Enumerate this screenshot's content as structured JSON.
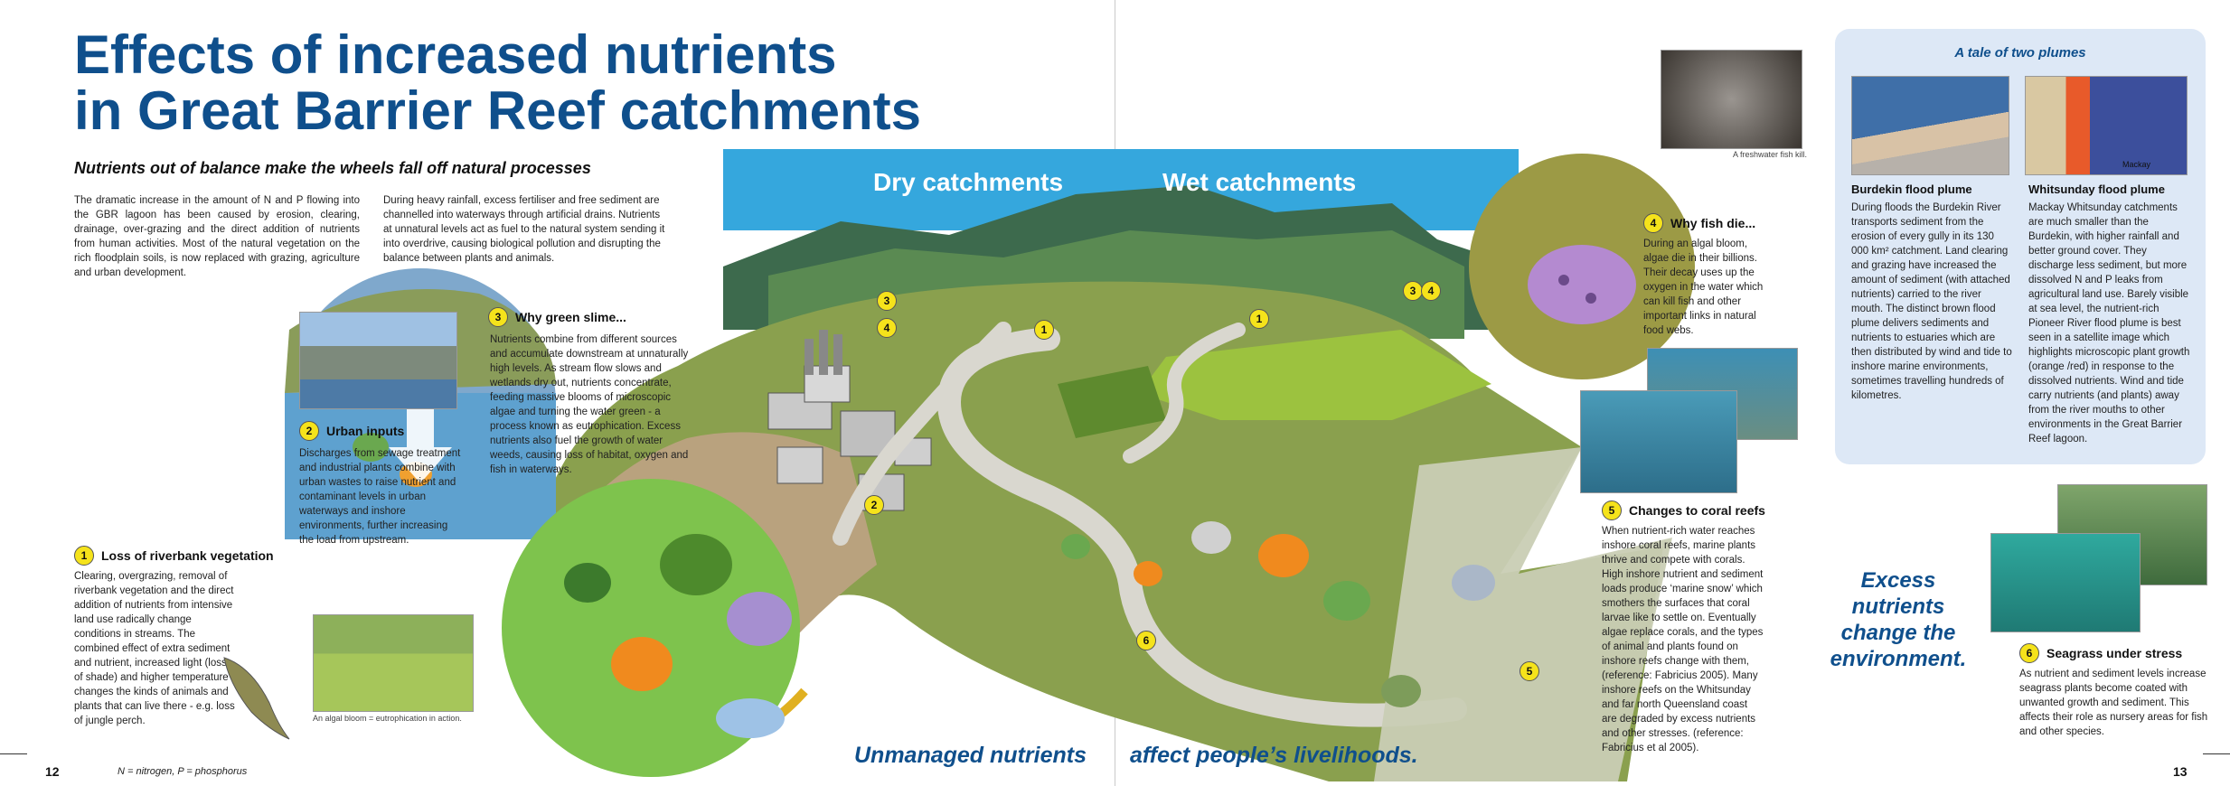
{
  "title_line1": "Effects of increased nutrients",
  "title_line2": "in Great Barrier Reef catchments",
  "subtitle": "Nutrients out of balance make the wheels fall off natural processes",
  "intro_left": "The dramatic increase in the amount of N and P flowing into the GBR lagoon has been caused by erosion, clearing, drainage, over-grazing and the direct addition of nutrients from human activities. Most of the natural vegetation on the rich floodplain soils, is now replaced with grazing, agriculture and urban development.",
  "intro_right": "During heavy rainfall, excess fertiliser and free sediment are channelled into waterways through artificial drains. Nutrients at unnatural levels act as fuel to the natural system sending it into overdrive, causing biological pollution and disrupting the balance between plants and animals.",
  "banner_dry": "Dry catchments",
  "banner_wet": "Wet catchments",
  "sections": {
    "s1": {
      "num": "1",
      "heading": "Loss of riverbank vegetation",
      "text": "Clearing, overgrazing, removal of riverbank vegetation and the direct addition of nutrients from intensive land use radically change conditions in streams. The combined effect of extra sediment and nutrient, increased light (loss of shade) and higher temperature changes the kinds of animals and plants that can live there - e.g. loss of jungle perch."
    },
    "s2": {
      "num": "2",
      "heading": "Urban inputs",
      "text": "Discharges from sewage treatment and industrial plants combine with urban wastes to raise nutrient and contaminant levels in urban waterways and inshore environments, further increasing the load from upstream."
    },
    "s3": {
      "num": "3",
      "heading": "Why green slime...",
      "text": "Nutrients combine from different sources and accumulate downstream at unnaturally high levels. As stream flow slows and wetlands dry out, nutrients concentrate, feeding massive blooms of microscopic algae and turning the water green - a process known as eutrophication. Excess nutrients also fuel the growth of water weeds, causing loss of habitat, oxygen and fish in waterways."
    },
    "s4": {
      "num": "4",
      "heading": "Why fish die...",
      "text": "During an algal bloom, algae die in their billions. Their decay uses up the oxygen in the water which can kill fish and other important links in natural food webs."
    },
    "s5": {
      "num": "5",
      "heading": "Changes to coral reefs",
      "text": "When nutrient-rich water reaches inshore coral reefs, marine plants thrive and compete with corals. High inshore nutrient and sediment loads produce ‘marine snow’ which smothers the surfaces that coral larvae like to settle on. Eventually algae replace corals, and the types of animal and plants found on inshore reefs change with them, (reference: Fabricius 2005). Many inshore reefs on the Whitsunday and far north Queensland coast are degraded by excess nutrients and other stresses. (reference: Fabricius et al 2005)."
    },
    "s6": {
      "num": "6",
      "heading": "Seagrass under stress",
      "text": "As nutrient and sediment levels increase seagrass plants become coated with unwanted growth and sediment. This affects their role as nursery areas for fish and other species."
    }
  },
  "captions": {
    "algal_bloom": "An algal bloom = eutrophication in action.",
    "fish_kill": "A freshwater fish kill."
  },
  "plumes": {
    "title": "A tale of two plumes",
    "burdekin_heading": "Burdekin flood plume",
    "burdekin_text": "During floods the Burdekin River transports sediment from the erosion of every gully in its 130 000 km² catchment. Land clearing and grazing have increased the amount of sediment (with attached nutrients) carried to the river mouth. The distinct brown flood plume delivers sediments and nutrients to estuaries which are then distributed by wind and tide to inshore marine environments, sometimes travelling hundreds of kilometres.",
    "whitsunday_heading": "Whitsunday flood plume",
    "whitsunday_text": "Mackay Whitsunday catchments are much smaller than the Burdekin, with higher rainfall and better ground cover. They discharge less sediment, but more dissolved N and P leaks from agricultural land use. Barely visible at sea level, the nutrient-rich Pioneer River flood plume is best seen in a satellite image which highlights microscopic plant growth (orange /red) in response to the dissolved nutrients. Wind and tide carry nutrients (and plants) away from the river mouths to other environments in the Great Barrier Reef lagoon.",
    "map_label": "Mackay"
  },
  "excess_quote": "Excess nutrients change the environment.",
  "footer_left": "Unmanaged nutrients",
  "footer_right": "affect people’s livelihoods.",
  "page_left": "12",
  "page_right": "13",
  "legend": "N = nitrogen, P = phosphorus",
  "illustration_markers": {
    "m1a": "1",
    "m1b": "1",
    "m2": "2",
    "m3a": "3",
    "m4a": "4",
    "m3b": "3",
    "m4b": "4",
    "m5": "5",
    "m6": "6"
  }
}
